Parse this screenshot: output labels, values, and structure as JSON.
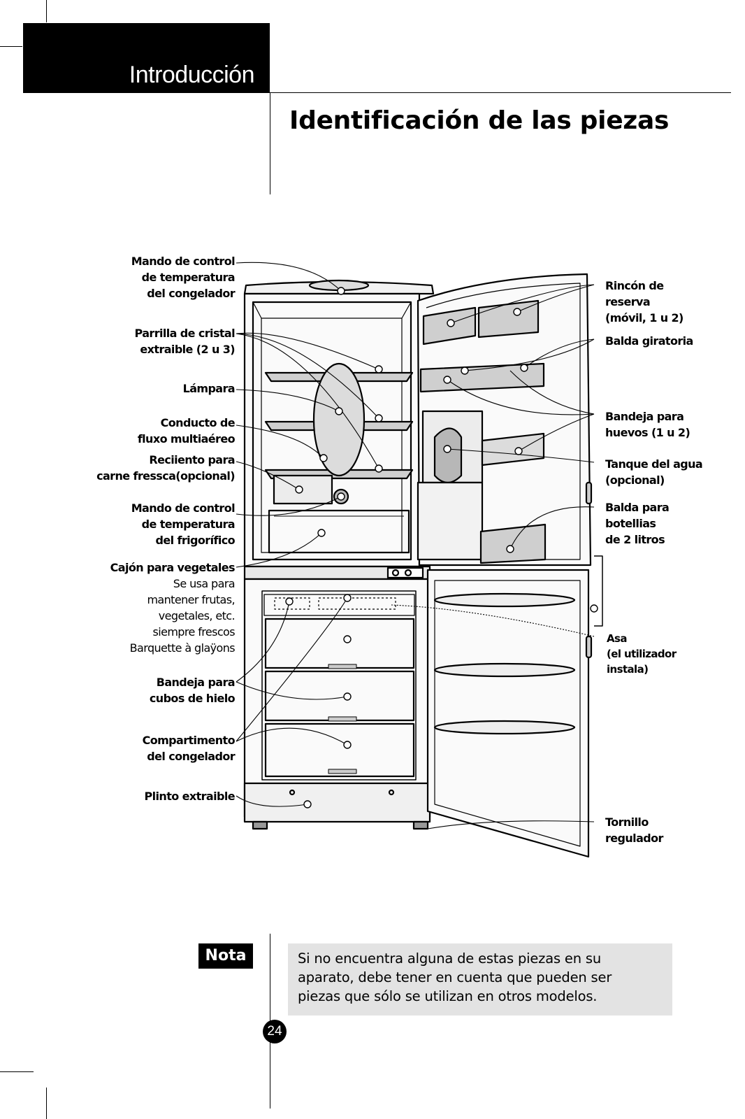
{
  "header": {
    "section": "Introducción",
    "title": "Identificación de las piezas"
  },
  "labels_left": [
    {
      "lines": [
        "Mando de control",
        "de temperatura",
        "del congelador"
      ]
    },
    {
      "lines": [
        "Parrilla de cristal",
        "extraible (2 u 3)"
      ]
    },
    {
      "lines": [
        "Lámpara"
      ]
    },
    {
      "lines": [
        "Conducto de",
        "fluxo multiaéreo"
      ]
    },
    {
      "lines": [
        "Reciiento para",
        "carne fressca(opcional)"
      ]
    },
    {
      "lines": [
        "Mando de control",
        "de temperatura",
        "del frigorífico"
      ]
    },
    {
      "lines": [
        "Cajón para vegetales"
      ],
      "note_lines": [
        "Se usa para",
        "mantener frutas,",
        "vegetales, etc.",
        "siempre frescos",
        "Barquette à glaÿons"
      ]
    },
    {
      "lines": [
        "Bandeja para",
        "cubos de hielo"
      ]
    },
    {
      "lines": [
        "Compartimento",
        "del congelador"
      ]
    },
    {
      "lines": [
        "Plinto extraible"
      ]
    }
  ],
  "labels_right": [
    {
      "lines": [
        "Rincón de",
        "reserva",
        "(móvil, 1 u 2)"
      ]
    },
    {
      "lines": [
        "Balda giratoria"
      ]
    },
    {
      "lines": [
        "Bandeja para",
        "huevos (1 u 2)"
      ]
    },
    {
      "lines": [
        "Tanque del agua",
        "(opcional)"
      ]
    },
    {
      "lines": [
        "Balda para",
        "botellias",
        "de 2 litros"
      ]
    },
    {
      "lines": [
        "Asa",
        "(el utilizador",
        "instala)"
      ]
    },
    {
      "lines": [
        "Tornillo",
        "regulador"
      ]
    }
  ],
  "note": {
    "badge": "Nota",
    "lines": [
      "Si no encuentra alguna de estas piezas en su",
      "aparato, debe tener en cuenta que pueden ser",
      "piezas que sólo se utilizan en otros modelos."
    ]
  },
  "page_number": "24"
}
